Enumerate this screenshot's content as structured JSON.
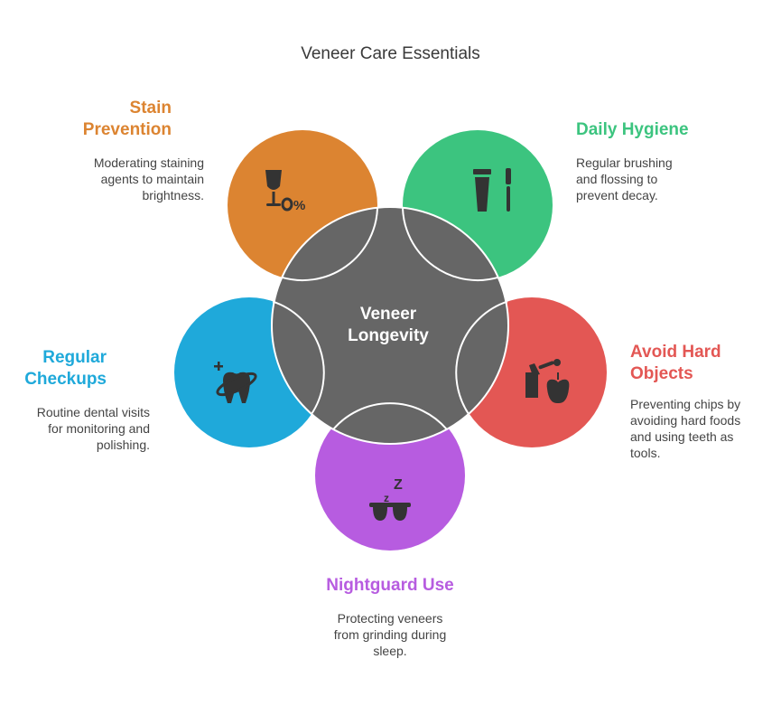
{
  "title": "Veneer Care Essentials",
  "center": {
    "line1": "Veneer",
    "line2": "Longevity",
    "color": "#666666"
  },
  "items": {
    "stain": {
      "head1": "Stain",
      "head2": "Prevention",
      "desc1": "Moderating staining",
      "desc2": "agents to maintain",
      "desc3": "brightness.",
      "color": "#DC8431",
      "icon": "wine-glass-percent-icon"
    },
    "hygiene": {
      "head1": "Daily Hygiene",
      "desc1": "Regular brushing",
      "desc2": "and flossing to",
      "desc3": "prevent decay.",
      "color": "#3CC47F",
      "icon": "toothpaste-toothbrush-icon"
    },
    "hard": {
      "head1": "Avoid Hard",
      "head2": "Objects",
      "desc1": "Preventing chips by",
      "desc2": "avoiding hard foods",
      "desc3": "and using teeth as",
      "desc4": "tools.",
      "color": "#E35754",
      "icon": "hand-apple-icon"
    },
    "night": {
      "head1": "Nightguard Use",
      "desc1": "Protecting veneers",
      "desc2": "from grinding during",
      "desc3": "sleep.",
      "color": "#B75CE0",
      "icon": "sleep-mask-icon"
    },
    "check": {
      "head1": "Regular",
      "head2": "Checkups",
      "desc1": "Routine dental visits",
      "desc2": "for monitoring and",
      "desc3": "polishing.",
      "color": "#1FA9DA",
      "icon": "tooth-sparkle-icon"
    }
  }
}
